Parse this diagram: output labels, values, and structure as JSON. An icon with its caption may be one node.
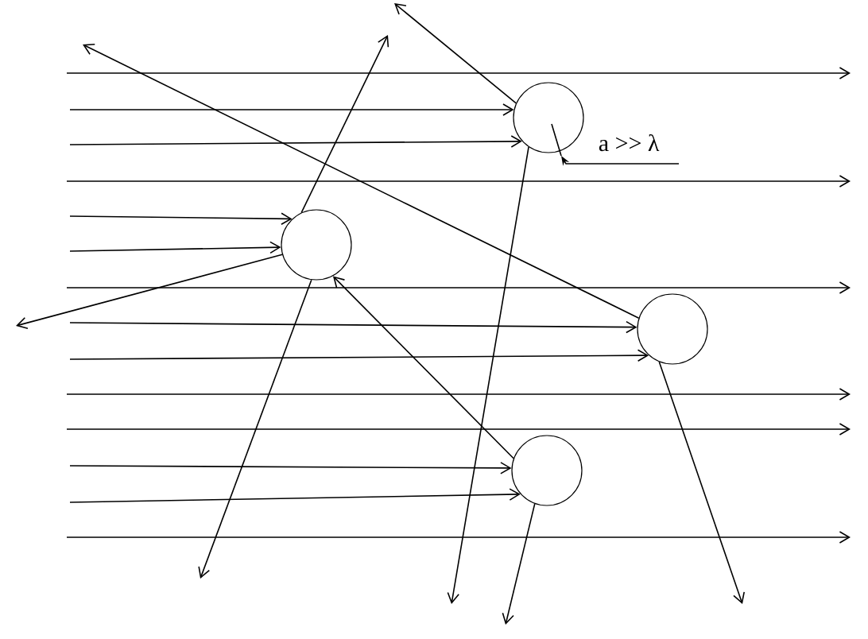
{
  "diagram": {
    "nodes": [
      {
        "text": [],
        "shape": "circle"
      },
      {
        "text": [],
        "shape": "circle"
      },
      {
        "text": [],
        "shape": "circle"
      },
      {
        "text": [],
        "shape": "circle"
      }
    ],
    "edges": [
      {
        "from": null,
        "to": 0,
        "arrow": "to"
      },
      {
        "from": null,
        "to": 0,
        "arrow": "to"
      },
      {
        "from": 0,
        "to": null,
        "arrow": "to"
      },
      {
        "from": 0,
        "to": null,
        "arrow": "to"
      },
      {
        "from": null,
        "to": 1,
        "arrow": "to"
      },
      {
        "from": null,
        "to": 1,
        "arrow": "to"
      },
      {
        "from": 1,
        "to": null,
        "arrow": "to"
      },
      {
        "from": 1,
        "to": null,
        "arrow": "to"
      },
      {
        "from": 1,
        "to": null,
        "arrow": "to"
      },
      {
        "from": null,
        "to": 2,
        "arrow": "to"
      },
      {
        "from": null,
        "to": 2,
        "arrow": "to"
      },
      {
        "from": 2,
        "to": null,
        "arrow": "to"
      },
      {
        "from": 2,
        "to": null,
        "arrow": "to"
      },
      {
        "from": null,
        "to": 3,
        "arrow": "to"
      },
      {
        "from": null,
        "to": 3,
        "arrow": "to"
      },
      {
        "from": 3,
        "to": 1,
        "arrow": "to"
      },
      {
        "from": 3,
        "to": null,
        "arrow": "to"
      }
    ],
    "labels": [
      "a >> λ"
    ]
  }
}
